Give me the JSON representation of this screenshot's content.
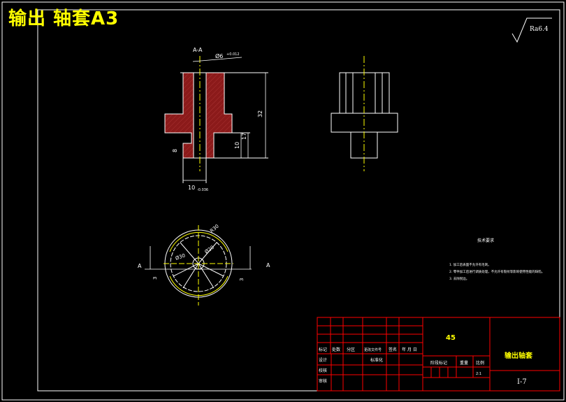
{
  "overlay_title": "输出 轴套A3",
  "roughness": "Ra6.4",
  "section_label": "A-A",
  "dims": {
    "bore": "Ø6",
    "bore_tol": "+0.012",
    "bore_tol2": "0",
    "height_total": "32",
    "height_17": "17",
    "height_10": "10",
    "small_8": "8",
    "width_10": "10",
    "width_tol": "0",
    "width_tol2": "-0.036",
    "view_r30": "R30",
    "view_d30": "Ø30",
    "view_d20": "Ø20",
    "dim_3_left": "3",
    "dim_3_right": "3"
  },
  "section_markers": {
    "left": "A",
    "right": "A"
  },
  "notes": {
    "title": "技术要求",
    "items": [
      "1. 加工后表面不允许有毛刺。",
      "2. 零件加工后进行调质处理，不允许有裂纹等影响使用性能的缺陷。",
      "3. 去除锐边。"
    ]
  },
  "title_block": {
    "material": "45",
    "part_name": "输出轴套",
    "drawing_no": "I-7",
    "headers": [
      "标记",
      "处数",
      "分区",
      "更改文件号",
      "签名",
      "年 月 日"
    ],
    "design": "设计",
    "standard": "标准化",
    "check": "校核",
    "audit": "审核",
    "stage": "阶段标记",
    "weight": "重量",
    "scale": "比例",
    "scale_value": "2:1"
  },
  "colors": {
    "frame": "#ffffff",
    "table": "#ff0000",
    "title": "#ffff00",
    "hatch": "#8b1a1a",
    "center": "#ffff00"
  }
}
